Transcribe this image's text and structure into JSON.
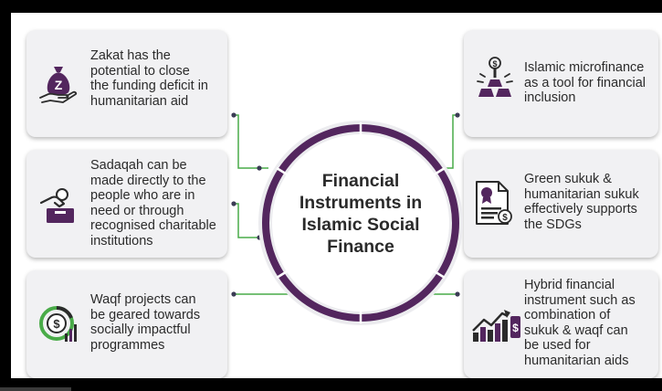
{
  "center": {
    "title_lines": [
      "Financial",
      "Instruments in",
      "Islamic Social",
      "Finance"
    ]
  },
  "cards": [
    {
      "id": "zakat",
      "icon": "zakat-hand-money-bag-icon",
      "lines": [
        "Zakat has the",
        "potential to close",
        "the funding deficit in",
        "humanitarian aid"
      ]
    },
    {
      "id": "sadaqah",
      "icon": "donation-box-icon",
      "lines": [
        "Sadaqah can be",
        "made directly to the",
        "people who are in",
        "need or through",
        "recognised charitable",
        "institutions"
      ]
    },
    {
      "id": "waqf",
      "icon": "waqf-growth-chart-icon",
      "lines": [
        "Waqf projects can",
        "be geared towards",
        "socially impactful",
        "programmes"
      ]
    },
    {
      "id": "microfinance",
      "icon": "microfinance-gold-bars-icon",
      "lines": [
        "Islamic microfinance",
        "as a tool for financial",
        "inclusion"
      ]
    },
    {
      "id": "sukuk",
      "icon": "sukuk-certificate-icon",
      "lines": [
        "Green sukuk &",
        "humanitarian sukuk",
        "effectively supports",
        "the SDGs"
      ]
    },
    {
      "id": "hybrid",
      "icon": "hybrid-bar-chart-icon",
      "lines": [
        "Hybrid financial",
        "instrument such as",
        "combination of",
        "sukuk & waqf can",
        "be used for",
        "humanitarian aids"
      ]
    }
  ],
  "colors": {
    "accent": "#53265e",
    "connector": "#49ab48",
    "card_bg": "#f1f1f3",
    "text": "#2b2b2b"
  }
}
